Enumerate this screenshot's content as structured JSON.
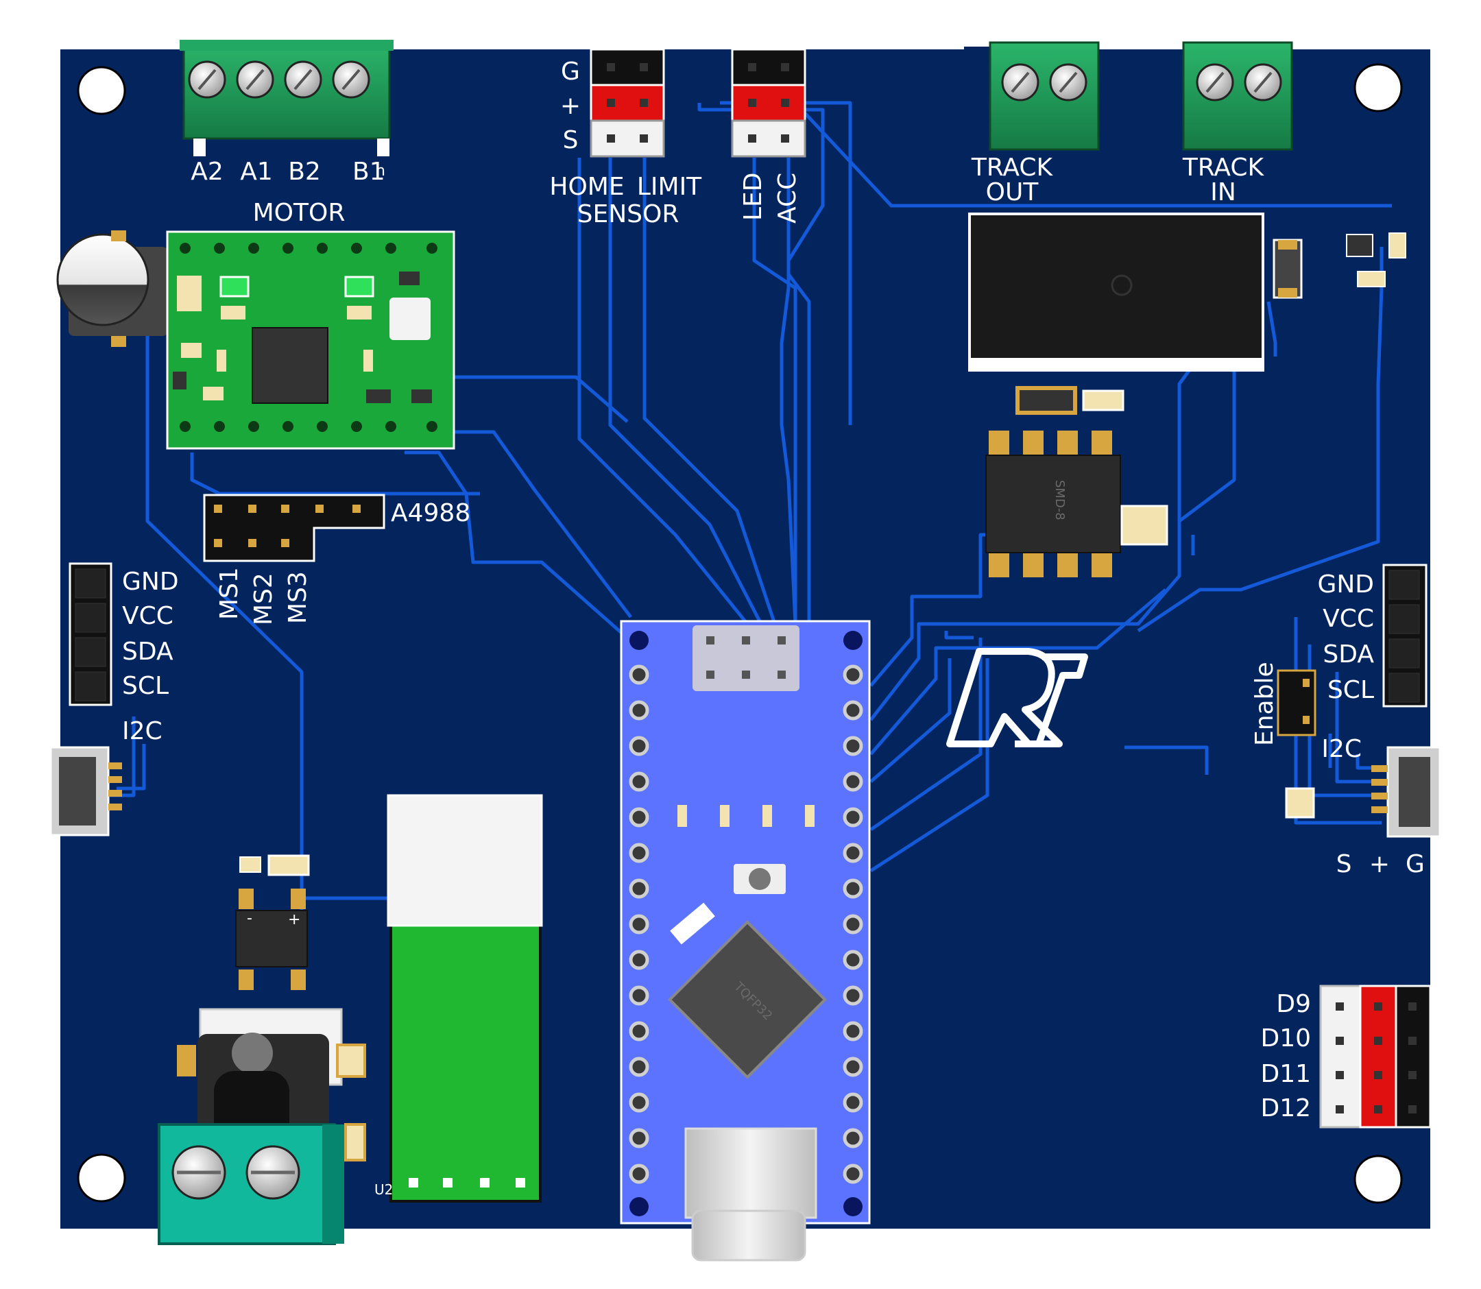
{
  "colors": {
    "board": "#04245e",
    "trace": "#1359d8",
    "silk": "#ffffff",
    "terminal_green": "#1f9c5a",
    "driver_green": "#1aa83a",
    "nano_blue": "#5b73ff",
    "pin_red": "#e01010",
    "pin_black": "#111111",
    "gold": "#d8a640"
  },
  "labels": {
    "motor_pins": [
      "A2",
      "A1",
      "B2",
      "B1"
    ],
    "motor_overlap": "n",
    "motor": "MOTOR",
    "home_pins": [
      "G",
      "+",
      "S"
    ],
    "home_line1": "HOME",
    "home_line2": "LIMIT",
    "home_line3": "SENSOR",
    "led": "LED",
    "acc": "ACC",
    "track_out_1": "TRACK",
    "track_out_2": "OUT",
    "track_in_1": "TRACK",
    "track_in_2": "IN",
    "a4988": "A4988",
    "ms": [
      "MS1",
      "MS2",
      "MS3"
    ],
    "i2c_left": [
      "GND",
      "VCC",
      "SDA",
      "SCL"
    ],
    "i2c_left_title": "I2C",
    "i2c_right": [
      "GND",
      "VCC",
      "SDA",
      "SCL"
    ],
    "i2c_right_title": "I2C",
    "enable": "Enable",
    "servo_pins": [
      "S",
      "+",
      "G"
    ],
    "digital": [
      "D9",
      "D10",
      "D11",
      "D12"
    ],
    "u2": "U2",
    "smd8": "SMD-8",
    "tqfp": "TQFP32",
    "bridge_minus": "-",
    "bridge_plus": "+",
    "logo": "RT"
  },
  "icons": {
    "logo": "rt-logo-icon",
    "screw": "screw-terminal-icon",
    "mount_hole": "mount-hole-icon"
  }
}
